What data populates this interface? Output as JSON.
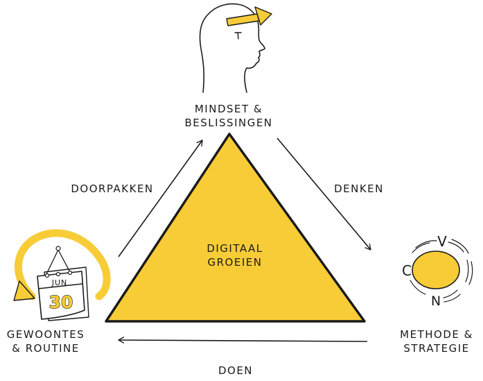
{
  "center": {
    "line1": "DIGITAAL",
    "line2": "GROEIEN"
  },
  "nodes": {
    "top": {
      "line1": "MINDSET &",
      "line2": "BESLISSINGEN",
      "icon": "head-with-arrow-icon"
    },
    "left": {
      "line1": "GEWOONTES",
      "line2": "& ROUTINE",
      "icon": "calendar-icon",
      "calendar_month": "JUN",
      "calendar_day": "30"
    },
    "right": {
      "line1": "METHODE &",
      "line2": "STRATEGIE",
      "icon": "cvn-circle-icon",
      "letters": [
        "V",
        "C",
        "N"
      ]
    }
  },
  "edges": {
    "left": "DOORPAKKEN",
    "right": "DENKEN",
    "bottom": "DOEN"
  },
  "colors": {
    "accent": "#F7CC37",
    "ink": "#1a1a1a"
  }
}
